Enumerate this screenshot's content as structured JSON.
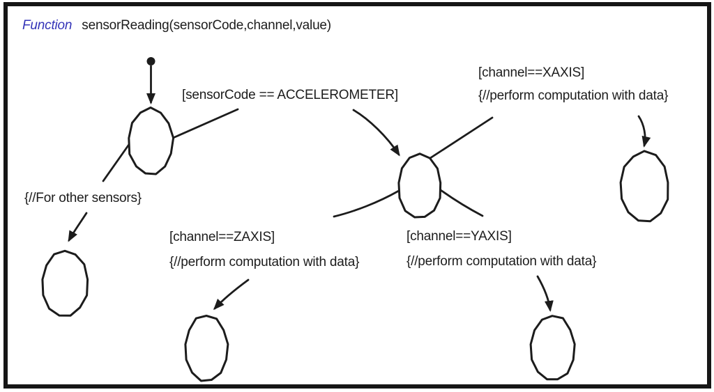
{
  "title": {
    "keyword": "Function",
    "signature": "sensorReading(sensorCode,channel,value)"
  },
  "transitions": {
    "accelerometer": {
      "guard": "[sensorCode == ACCELEROMETER]"
    },
    "other_sensors": {
      "action": "{//For other sensors}"
    },
    "xaxis": {
      "guard": "[channel==XAXIS]",
      "action": "{//perform computation with data}"
    },
    "zaxis": {
      "guard": "[channel==ZAXIS]",
      "action": "{//perform computation with data}"
    },
    "yaxis": {
      "guard": "[channel==YAXIS]",
      "action": "{//perform computation with data}"
    }
  },
  "colors": {
    "ink": "#1c1c1c",
    "keyword_blue": "#3434b8",
    "background": "#ffffff"
  }
}
